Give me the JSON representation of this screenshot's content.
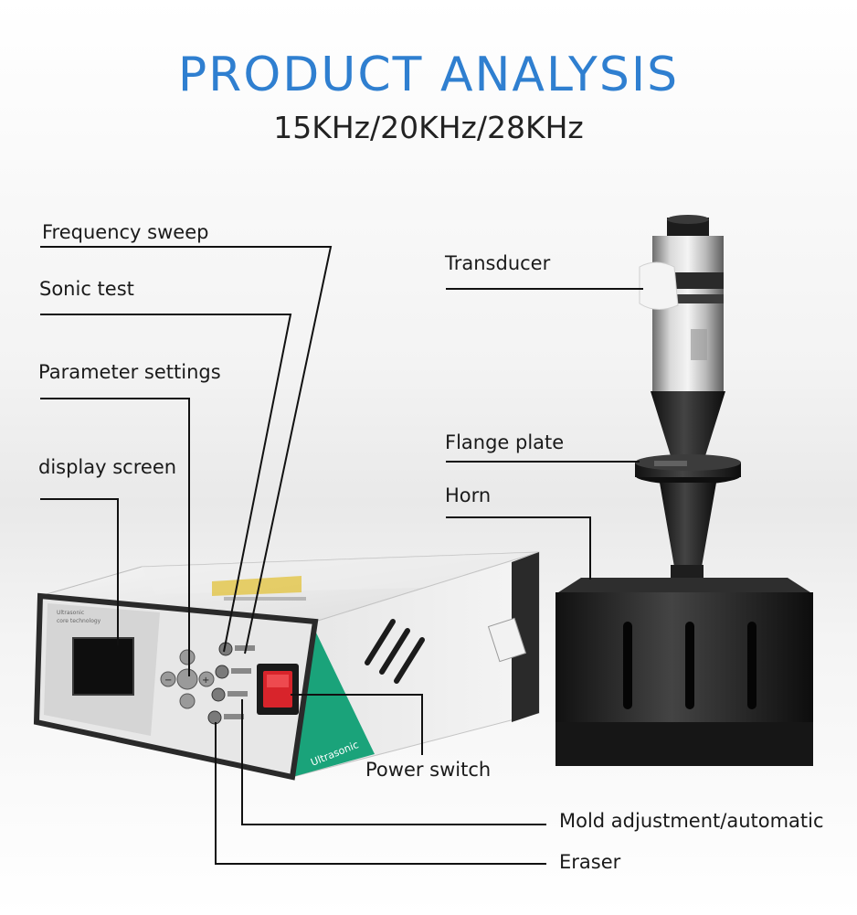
{
  "header": {
    "title": "PRODUCT ANALYSIS",
    "subtitle": "15KHz/20KHz/28KHz"
  },
  "labels": {
    "frequency_sweep": "Frequency sweep",
    "sonic_test": "Sonic test",
    "parameter_settings": "Parameter settings",
    "display_screen": "display screen",
    "transducer": "Transducer",
    "flange_plate": "Flange plate",
    "horn": "Horn",
    "power_switch": "Power switch",
    "mold_adjustment": "Mold adjustment/automatic",
    "eraser": "Eraser"
  },
  "colors": {
    "title": "#2f7fd0",
    "panel_accent": "#1aa37a",
    "switch_red": "#d8242b"
  }
}
